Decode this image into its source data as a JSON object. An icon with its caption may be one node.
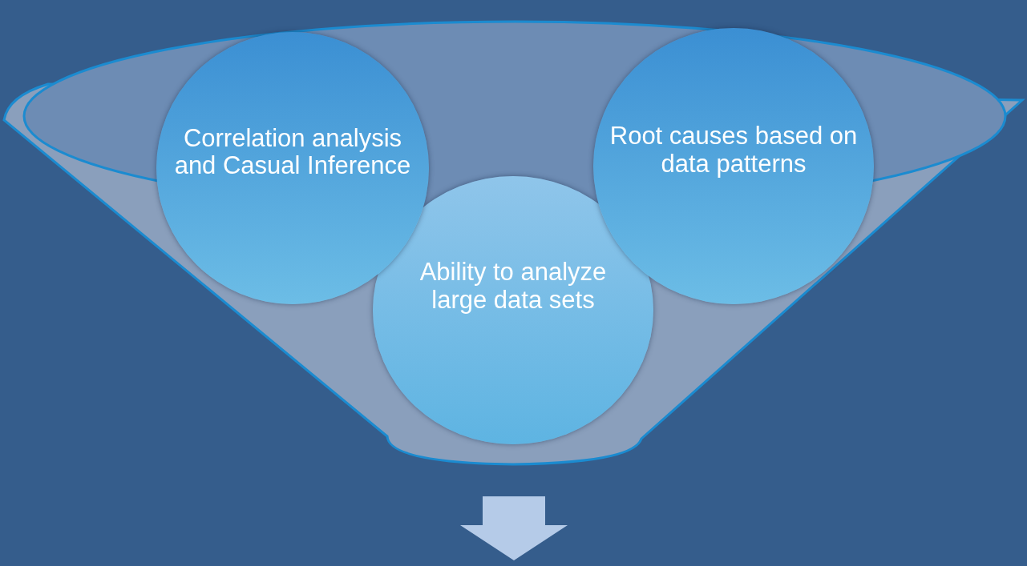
{
  "diagram": {
    "nodes": [
      {
        "text": [],
        "shape": "funnel"
      },
      {
        "text": [
          "Correlation analysis and Casual Inference"
        ]
      },
      {
        "text": [
          "Root causes based on data patterns"
        ]
      },
      {
        "text": [
          "Ability to analyze large data sets"
        ],
        "in": 0
      }
    ],
    "edges": []
  }
}
